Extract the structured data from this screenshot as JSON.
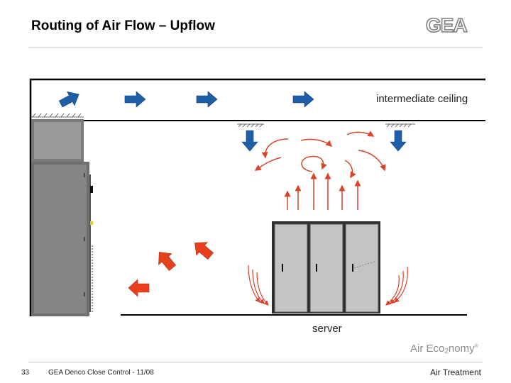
{
  "slide": {
    "title": "Routing of Air Flow – Upflow",
    "logo_text": "GEA",
    "brand": {
      "prefix": "Air Eco",
      "sub": "2",
      "suffix": "nomy",
      "mark": "®"
    },
    "footer": {
      "page_number": "33",
      "text": "GEA Denco Close Control - 11/08",
      "right": "Air Treatment"
    }
  },
  "diagram": {
    "ceiling_label": "intermediate ceiling",
    "server_label": "server",
    "colors": {
      "supply_air": "#1f5fa8",
      "return_air": "#e8401c",
      "warm_flow": "#d9442a",
      "unit_body": "#7f7f7f",
      "server_cabinet": "#bdbdbd"
    }
  }
}
